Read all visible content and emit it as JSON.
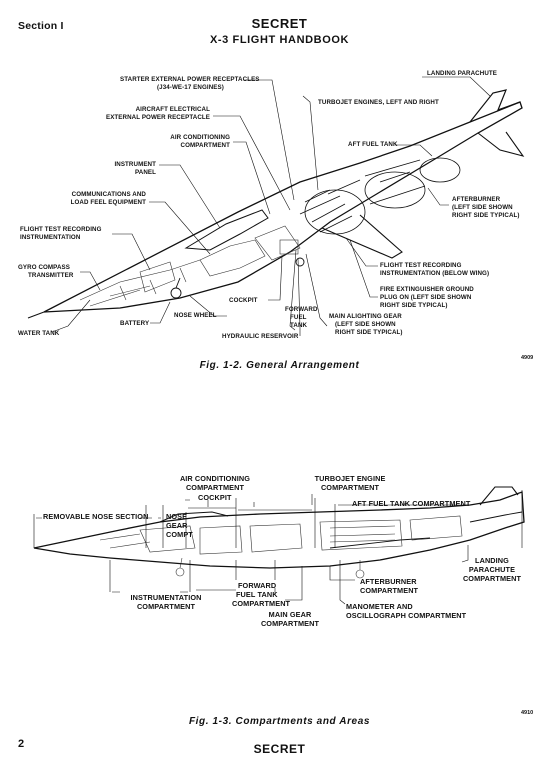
{
  "header": {
    "section": "Section I",
    "classification": "SECRET",
    "title": "X-3 FLIGHT HANDBOOK"
  },
  "figure_1_2": {
    "caption": "Fig. 1-2. General Arrangement",
    "number": "4909",
    "labels": {
      "starter": "STARTER EXTERNAL POWER RECEPTACLES",
      "starter_sub": "(J34-WE-17 ENGINES)",
      "landing_parachute": "LANDING PARACHUTE",
      "turbojet": "TURBOJET ENGINES, LEFT AND RIGHT",
      "aircraft_electrical_1": "AIRCRAFT ELECTRICAL",
      "aircraft_electrical_2": "EXTERNAL POWER RECEPTACLE",
      "air_conditioning_1": "AIR CONDITIONING",
      "air_conditioning_2": "COMPARTMENT",
      "aft_fuel_tank": "AFT FUEL TANK",
      "instrument_1": "INSTRUMENT",
      "instrument_2": "PANEL",
      "communications_1": "COMMUNICATIONS AND",
      "communications_2": "LOAD FEEL EQUIPMENT",
      "afterburner_1": "AFTERBURNER",
      "afterburner_2": "(LEFT SIDE SHOWN",
      "afterburner_3": "RIGHT SIDE TYPICAL)",
      "flight_test_1": "FLIGHT TEST RECORDING",
      "flight_test_2": "INSTRUMENTATION",
      "gyro_1": "GYRO COMPASS",
      "gyro_2": "TRANSMITTER",
      "flight_test_below_1": "FLIGHT TEST RECORDING",
      "flight_test_below_2": "INSTRUMENTATION (BELOW WING)",
      "fire_ext_1": "FIRE EXTINGUISHER GROUND",
      "fire_ext_2": "PLUG ON (LEFT SIDE SHOWN",
      "fire_ext_3": "RIGHT SIDE TYPICAL)",
      "cockpit": "COCKPIT",
      "forward_1": "FORWARD",
      "forward_2": "FUEL",
      "forward_3": "TANK",
      "main_gear_1": "MAIN ALIGHTING GEAR",
      "main_gear_2": "(LEFT SIDE SHOWN",
      "main_gear_3": "RIGHT SIDE TYPICAL)",
      "nose_wheel": "NOSE WHEEL",
      "battery": "BATTERY",
      "water_tank": "WATER TANK",
      "hydraulic": "HYDRAULIC RESERVOIR"
    }
  },
  "figure_1_3": {
    "caption": "Fig. 1-3. Compartments and Areas",
    "number": "4910",
    "labels": {
      "air_cond_1": "AIR CONDITIONING",
      "air_cond_2": "COMPARTMENT",
      "turbojet_1": "TURBOJET ENGINE",
      "turbojet_2": "COMPARTMENT",
      "cockpit": "COCKPIT",
      "aft_fuel": "AFT FUEL TANK COMPARTMENT",
      "removable_nose": "REMOVABLE NOSE SECTION",
      "nose_gear_1": "NOSE",
      "nose_gear_2": "GEAR",
      "nose_gear_3": "COMPT",
      "landing_chute_1": "LANDING",
      "landing_chute_2": "PARACHUTE",
      "landing_chute_3": "COMPARTMENT",
      "forward_fuel_1": "FORWARD",
      "forward_fuel_2": "FUEL TANK",
      "forward_fuel_3": "COMPARTMENT",
      "afterburner_1": "AFTERBURNER",
      "afterburner_2": "COMPARTMENT",
      "instrumentation_1": "INSTRUMENTATION",
      "instrumentation_2": "COMPARTMENT",
      "manometer_1": "MANOMETER AND",
      "manometer_2": "OSCILLOGRAPH COMPARTMENT",
      "main_gear_1": "MAIN GEAR",
      "main_gear_2": "COMPARTMENT"
    }
  },
  "footer": {
    "page": "2",
    "classification": "SECRET"
  }
}
